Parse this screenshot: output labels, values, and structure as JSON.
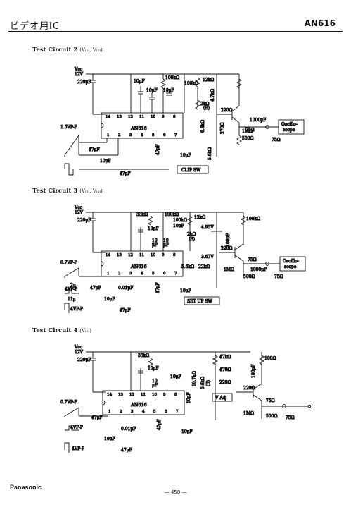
{
  "header": {
    "left": "ビデオ用IC",
    "right": "AN616"
  },
  "circuit2": {
    "title": "Test Circuit 2",
    "subtitle": "(V₍₁₎, V₍₂₎)",
    "vcc": "Vcc",
    "vcc_v": "12V",
    "ic": "AN616",
    "pins_top": [
      "14",
      "13",
      "12",
      "11",
      "10",
      "9",
      "8"
    ],
    "pins_bottom": [
      "1",
      "2",
      "3",
      "4",
      "5",
      "6",
      "7"
    ],
    "c_supply": "220μF",
    "c1": "10μF",
    "c2": "10μF",
    "c3": "10μF",
    "r_100k_a": "100kΩ",
    "r_100k_b": "100kΩ",
    "r_12k": "12kΩ",
    "r_2k": "2kΩ",
    "r_2k_tag": "(B)",
    "r_4k7": "4.7kΩ",
    "r_6k8": "6.8kΩ",
    "r_5k6": "5.6kΩ",
    "r_270": "270Ω",
    "r_220": "220Ω",
    "r_1m": "1MΩ",
    "r_75a": "75Ω",
    "r_500": "500Ω",
    "r_75b": "75Ω",
    "c_out": "1000μF",
    "scope": [
      "Oscillo-",
      "scope"
    ],
    "in_ramp": "1.5VP-P",
    "c_in1": "47μF",
    "c_in2": "10μF",
    "c_in3": "47μF",
    "c_pin5": "47μF",
    "c_pin7": "10μF",
    "switch": "CLIP SW"
  },
  "circuit3": {
    "title": "Test Circuit 3",
    "subtitle": "(V₍₃₎, V₍₄₎)",
    "vcc": "Vcc",
    "vcc_v": "12V",
    "ic": "AN616",
    "pins_top": [
      "14",
      "13",
      "12",
      "11",
      "10",
      "9",
      "8"
    ],
    "pins_bottom": [
      "1",
      "2",
      "3",
      "4",
      "5",
      "6",
      "7"
    ],
    "c_supply": "220μF",
    "r_33k": "33kΩ",
    "r_100k_a": "100kΩ",
    "r_100k_b": "100kΩ",
    "r_12k": "12kΩ",
    "r_100k_c": "100kΩ",
    "c1": "10μF",
    "c2": "10μF",
    "c3": "10",
    "c3u": "μF",
    "c4": "10",
    "c4u": "μF",
    "r_2k": "2kΩ",
    "r_2k_tag": "(B)",
    "v_493": "4.93V",
    "v_367": "3.67V",
    "r_5k6": "5.6kΩ",
    "r_22k": "22kΩ",
    "c_100u": "100μF",
    "r_220": "220Ω",
    "r_1m": "1MΩ",
    "r_75a": "75Ω",
    "c_out": "1000μF",
    "r_500": "500Ω",
    "r_75b": "75Ω",
    "scope": [
      "Oscillo-",
      "scope"
    ],
    "in_ramp": "0.7VP-P",
    "pulse_w": "2μ",
    "pulse_v": "4VP-P",
    "pulse_t": "11μ",
    "pulse2_v": "4VP-P",
    "c_in1": "47μF",
    "c_in2": "0.01μF",
    "c_in3": "10μF",
    "c_in4": "47μF",
    "c_pin5": "47μF",
    "c_pin7": "10μF",
    "switch": "SET UP SW"
  },
  "circuit4": {
    "title": "Test Circuit 4",
    "subtitle": "(V₍₅₎)",
    "vcc": "Vcc",
    "vcc_v": "12V",
    "ic": "AN616",
    "pins_top": [
      "14",
      "13",
      "12",
      "11",
      "10",
      "9",
      "8"
    ],
    "pins_bottom": [
      "1",
      "2",
      "3",
      "4",
      "5",
      "6",
      "7"
    ],
    "c_supply": "220μF",
    "r_33k": "33kΩ",
    "c1": "10μF",
    "c2": "10μF",
    "c3": "10",
    "c3u": "μF",
    "r_10k7": "10.7kΩ",
    "r_5k6": "5.6kΩ",
    "r_5k6_tag": "(B)",
    "c_10u": "10μF",
    "r_47k": "47kΩ",
    "r_470": "470Ω",
    "r_220": "220Ω",
    "vadj": "V Adj",
    "c_100u": "100μF",
    "r_100": "100Ω",
    "r_220b": "220Ω",
    "r_1m": "1MΩ",
    "r_75a": "75Ω",
    "r_500": "500Ω",
    "r_75b": "75Ω",
    "in_ramp": "0.7VP-P",
    "pulse_v": "4VP-P",
    "pulse2_v": "4VP-P",
    "c_in1": "47μF",
    "c_in2": "0.01μF",
    "c_in3": "10μF",
    "c_in4": "47μF",
    "c_pin5": "47μF",
    "c_pin7": "10μF"
  },
  "footer": {
    "brand": "Panasonic",
    "page": "— 458 —"
  }
}
